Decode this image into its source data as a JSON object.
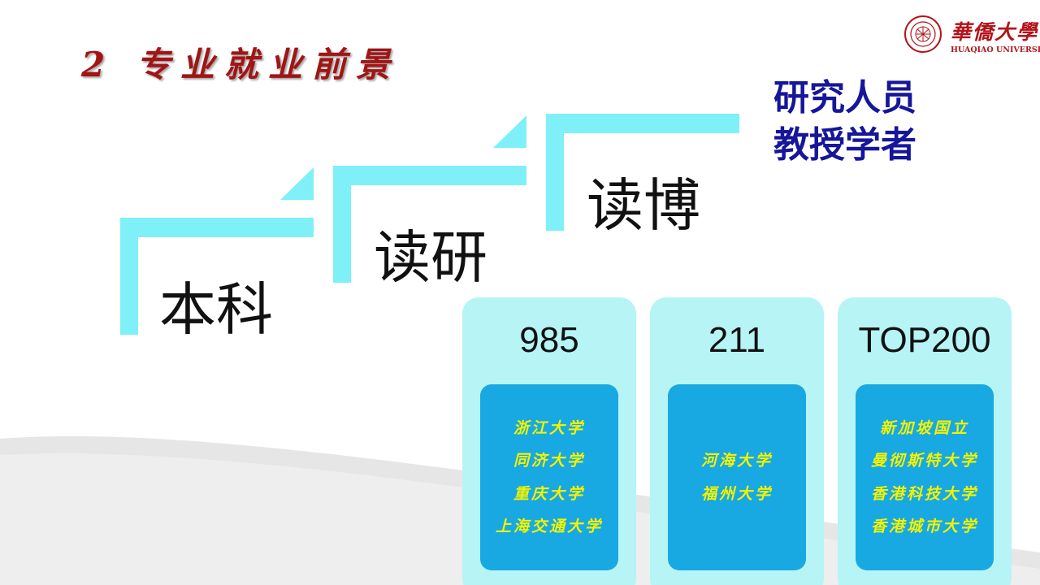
{
  "slide": {
    "title": "2 专业就业前景",
    "logo": {
      "chinese_name": "華僑大學",
      "english_name": "HUAQIAO UNIVERSITY"
    },
    "stairs": [
      {
        "label": "本科"
      },
      {
        "label": "读研"
      },
      {
        "label": "读博"
      }
    ],
    "outcome": {
      "line1": "研究人员",
      "line2": "教授学者"
    },
    "cards": [
      {
        "title": "985",
        "universities": [
          "浙江大学",
          "同济大学",
          "重庆大学",
          "上海交通大学"
        ]
      },
      {
        "title": "211",
        "universities": [
          "河海大学",
          "福州大学"
        ]
      },
      {
        "title": "TOP200",
        "universities": [
          "新加坡国立",
          "曼彻斯特大学",
          "香港科技大学",
          "香港城市大学"
        ]
      }
    ],
    "colors": {
      "title": "#a01515",
      "stair_bracket": "#7ff0f8",
      "outcome_text": "#16169a",
      "card_bg": "#b6f4f6",
      "card_inner": "#19a9e2",
      "university_text": "#f3f300",
      "logo": "#b3141a",
      "background_swoosh": "#e6e6e6"
    }
  }
}
